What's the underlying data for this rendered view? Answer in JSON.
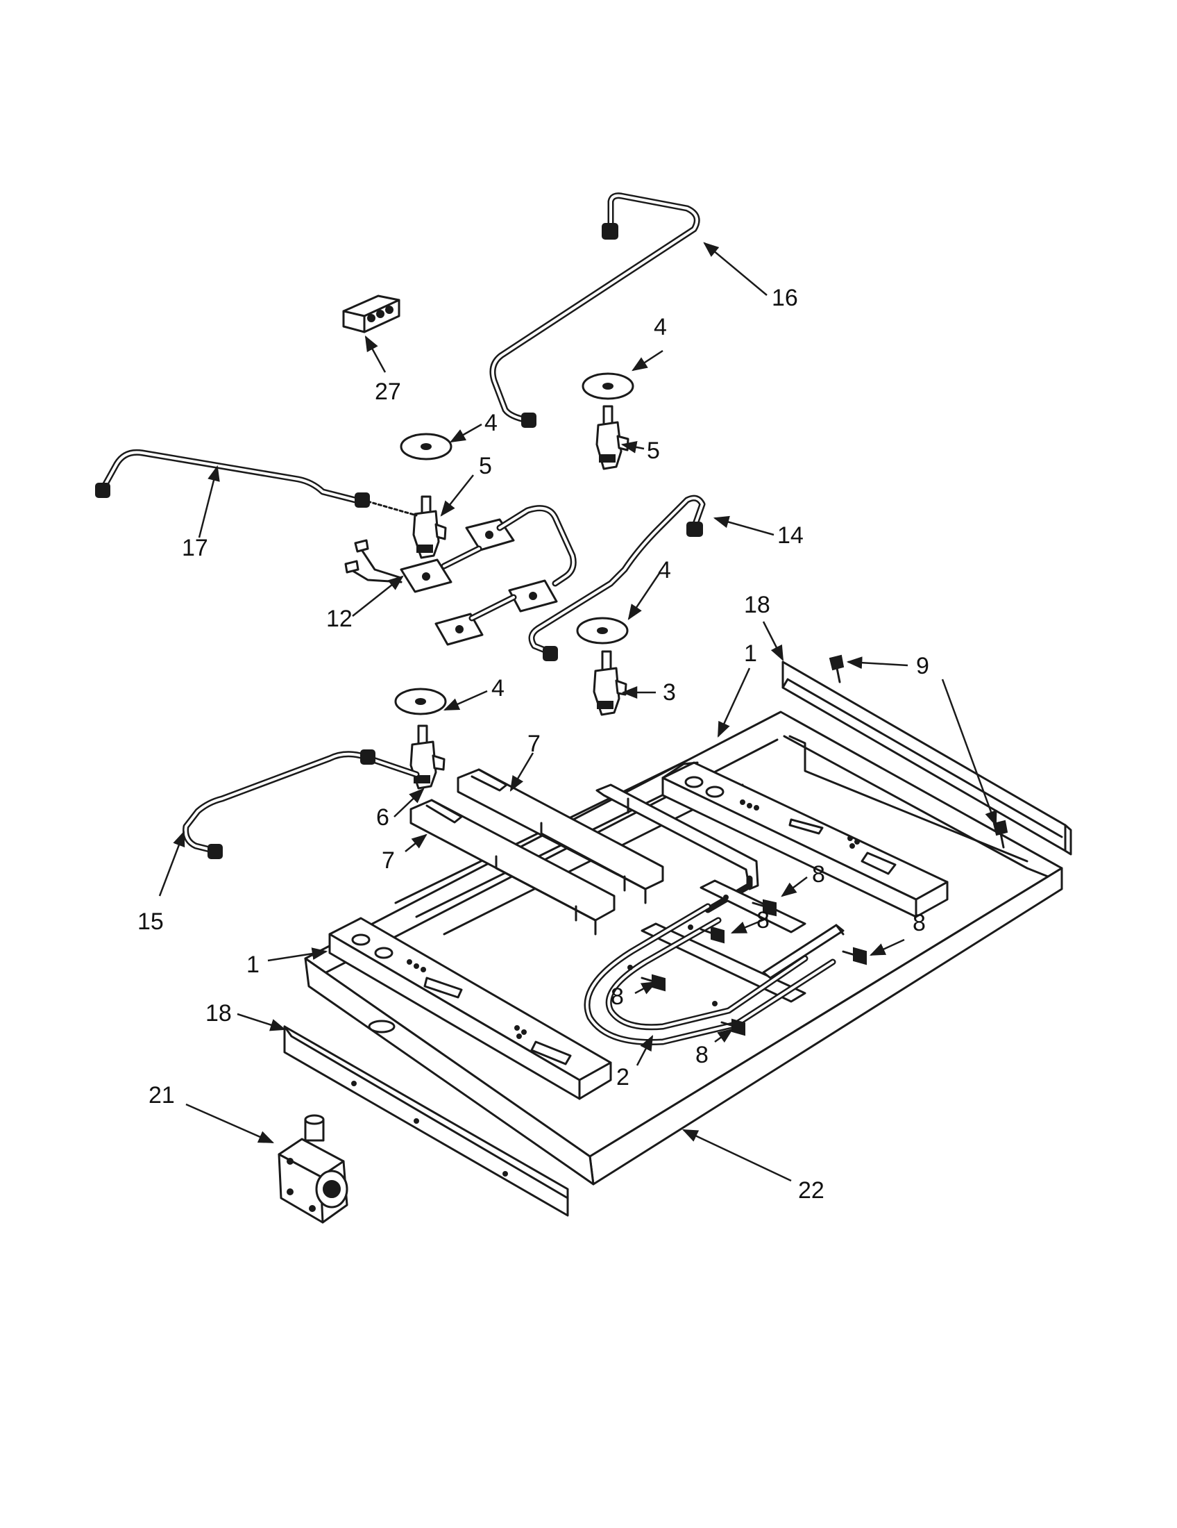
{
  "callouts": {
    "c16": "16",
    "c27": "27",
    "c4a": "4",
    "c4b": "4",
    "c4c": "4",
    "c4d": "4",
    "c5a": "5",
    "c5b": "5",
    "c17": "17",
    "c14": "14",
    "c12": "12",
    "c18a": "18",
    "c18b": "18",
    "c1a": "1",
    "c1b": "1",
    "c9": "9",
    "c3": "3",
    "c7a": "7",
    "c7b": "7",
    "c6": "6",
    "c8a": "8",
    "c8b": "8",
    "c8c": "8",
    "c8d": "8",
    "c8e": "8",
    "c15": "15",
    "c2": "2",
    "c21": "21",
    "c22": "22"
  }
}
